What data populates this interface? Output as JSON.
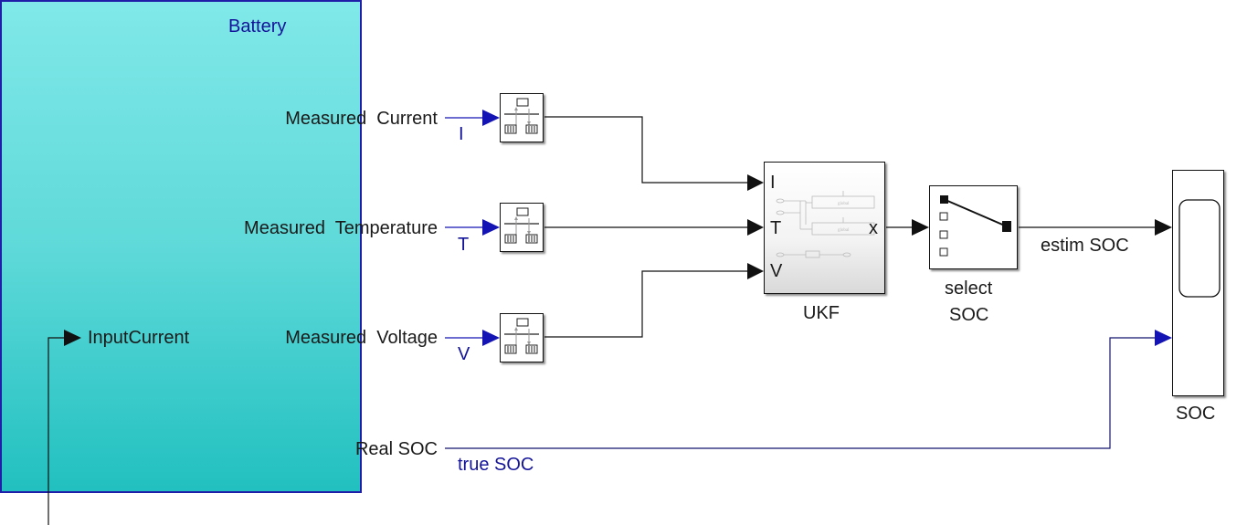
{
  "battery": {
    "title": "Battery",
    "ports_out": [
      "Measured  Current",
      "Measured  Temperature",
      "Measured  Voltage",
      "Real SOC"
    ],
    "port_in": "InputCurrent"
  },
  "signals": {
    "current": "I",
    "temperature": "T",
    "voltage": "V",
    "true_soc": "true SOC",
    "estim_soc": "estim SOC"
  },
  "ukf": {
    "name": "UKF",
    "ports_in": [
      "I",
      "T",
      "V"
    ],
    "port_out": "x",
    "inner_label": "global"
  },
  "selector": {
    "name_line1": "select",
    "name_line2": "SOC"
  },
  "scope": {
    "name": "SOC"
  },
  "colors": {
    "signal_blue": "#1414b4",
    "line_black": "#111111",
    "battery_fill": "#5fd9d9"
  }
}
